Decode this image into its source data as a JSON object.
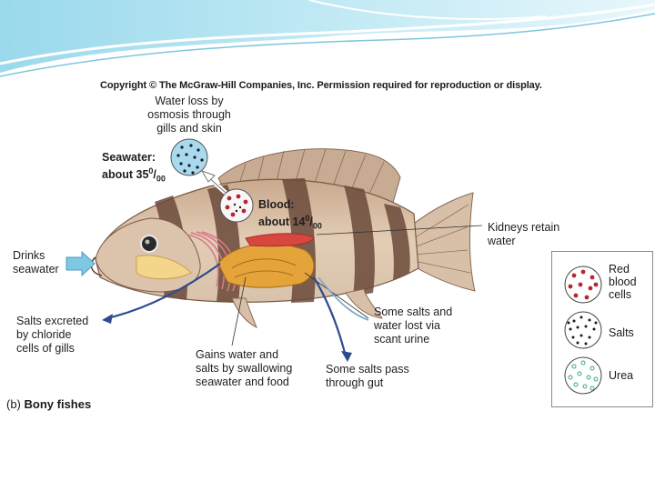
{
  "copyright": "Copyright © The McGraw-Hill Companies, Inc. Permission required for reproduction or display.",
  "labels": {
    "water_loss": [
      "Water loss by",
      "osmosis through",
      "gills and skin"
    ],
    "seawater_title": "Seawater:",
    "seawater_conc": "about 35",
    "seawater_sup": "0",
    "seawater_sub": "00",
    "blood_title": "Blood:",
    "blood_conc": "about 14",
    "blood_sup": "0",
    "blood_sub": "00",
    "kidneys": [
      "Kidneys retain",
      "water"
    ],
    "drinks": [
      "Drinks",
      "seawater"
    ],
    "salts_excreted": [
      "Salts excreted",
      "by chloride",
      "cells of gills"
    ],
    "salts_urine": [
      "Some salts and",
      "water lost via",
      "scant urine"
    ],
    "gains_water": [
      "Gains water and",
      "salts by swallowing",
      "seawater and food"
    ],
    "salts_gut": [
      "Some salts pass",
      "through gut"
    ]
  },
  "legend": {
    "red_cells": [
      "Red",
      "blood",
      "cells"
    ],
    "salts": "Salts",
    "urea": "Urea"
  },
  "caption": {
    "part": "(b)",
    "title": "Bony fishes"
  },
  "colors": {
    "banner": "#7fd0e6",
    "red_cell": "#b8262d",
    "salt": "#1b1b1b",
    "urea": "#3aa58a",
    "arrow_blue": "#2f4b8f",
    "arrow_light": "#7ec8e3"
  }
}
